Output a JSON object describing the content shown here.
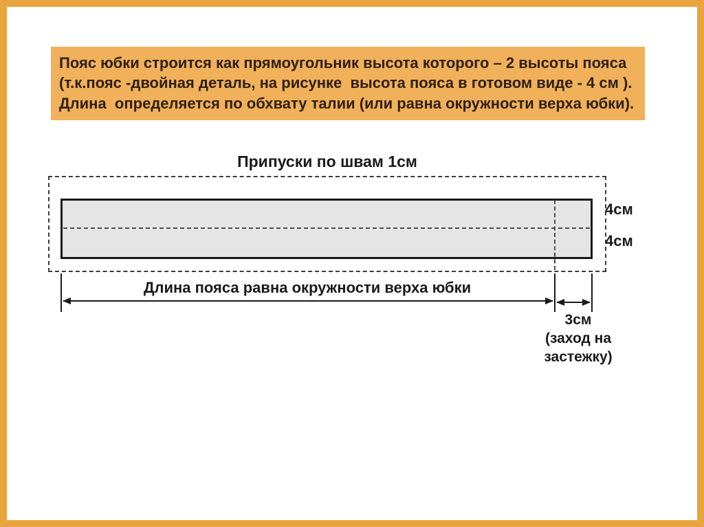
{
  "colors": {
    "frame_orange": "#E9A43E",
    "intro_box_bg": "#F1B05A",
    "intro_text": "#2E2012",
    "diagram_line": "#1a1a1a",
    "belt_fill": "#E5E5E5"
  },
  "intro": {
    "line1": "Пояс юбки строится как прямоугольник высота которого – 2 высоты пояса",
    "line2": "(т.к.пояс -двойная деталь, на рисунке  высота пояса в готовом виде - 4 см ).",
    "line3": "Длина  определяется по обхвату талии (или равна окружности верха юбки)."
  },
  "diagram": {
    "seam_allowance_label": "Припуски по швам 1см",
    "upper_height_label": "4см",
    "lower_height_label": "4см",
    "length_label": "Длина пояса равна окружности верха юбки",
    "overlap_label": "3см\n(заход на\nзастежку)"
  }
}
